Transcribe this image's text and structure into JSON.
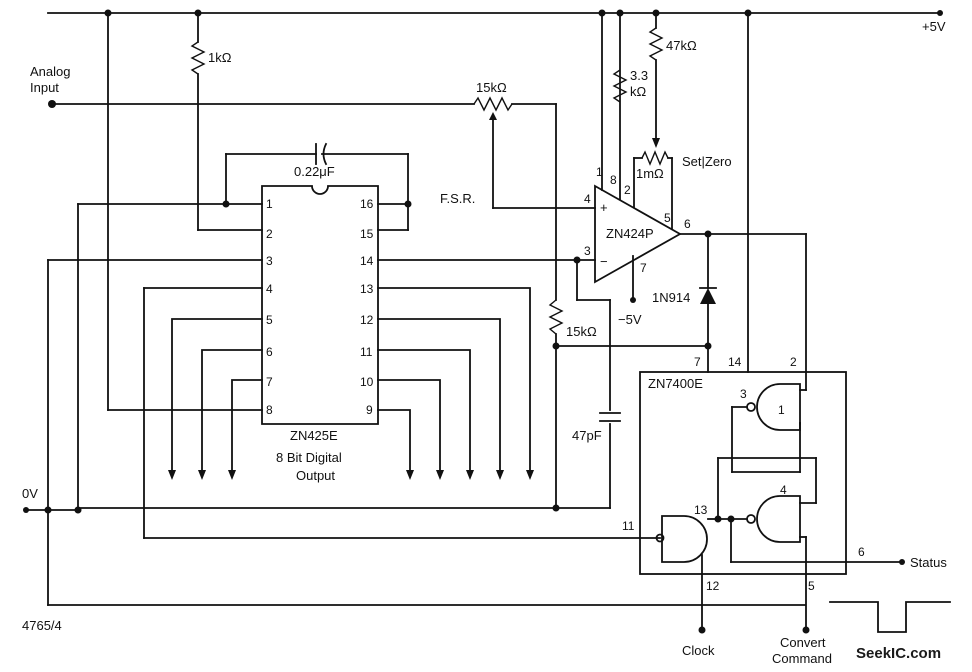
{
  "labels": {
    "vplus": "+5V",
    "analog": "Analog",
    "input": "Input",
    "r1k": "1kΩ",
    "r15k_top": "15kΩ",
    "r33": "3.3",
    "r33k": "kΩ",
    "r47k": "47kΩ",
    "cap022": "0.22μF",
    "r1m": "1mΩ",
    "setzero": "Set|Zero",
    "fsr": "F.S.R.",
    "opamp": "ZN424P",
    "diode": "1N914",
    "vminus": "−5V",
    "r15k_bot": "15kΩ",
    "cap47p": "47pF",
    "dac": "ZN425E",
    "out1": "8 Bit Digital",
    "out2": "Output",
    "gate": "ZN7400E",
    "zerov": "0V",
    "status": "Status",
    "clock": "Clock",
    "convert": "Convert",
    "command": "Command",
    "figno": "4765/4",
    "watermark": "SeekIC.com"
  },
  "dac_pins_left": [
    "1",
    "2",
    "3",
    "4",
    "5",
    "6",
    "7",
    "8"
  ],
  "dac_pins_right": [
    "16",
    "15",
    "14",
    "13",
    "12",
    "11",
    "10",
    "9"
  ],
  "opamp_pins": {
    "p1": "1",
    "p8": "8",
    "p2": "2",
    "p4": "4",
    "p3": "3",
    "p5": "5",
    "p6": "6",
    "p7": "7"
  },
  "gate_pins": {
    "p7": "7",
    "p14": "14",
    "p2": "2",
    "p3": "3",
    "p1": "1",
    "p4": "4",
    "p13": "13",
    "p11": "11",
    "p6": "6",
    "p12": "12",
    "p5": "5"
  }
}
